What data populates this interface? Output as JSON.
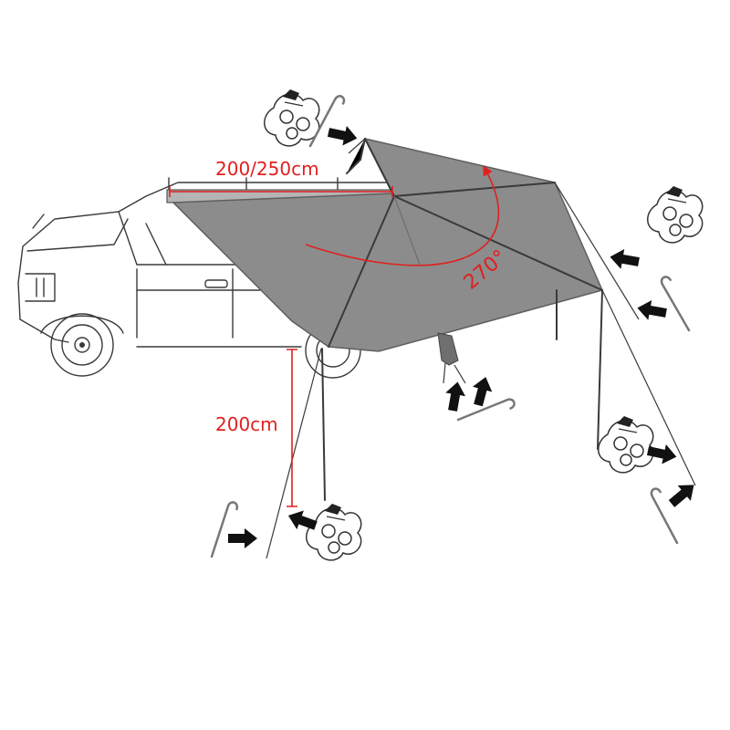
{
  "labels": {
    "width": "200/250cm",
    "height": "200cm",
    "angle": "270°"
  },
  "colors": {
    "awning": "#8c8c8c",
    "awning_edge": "#5f5f5f",
    "annotation": "#e02020",
    "line": "#3a3a3a"
  },
  "icons": [
    "vehicle-icon",
    "awning-icon",
    "sandbag-icon",
    "ground-peg-icon",
    "arrow-icon"
  ]
}
